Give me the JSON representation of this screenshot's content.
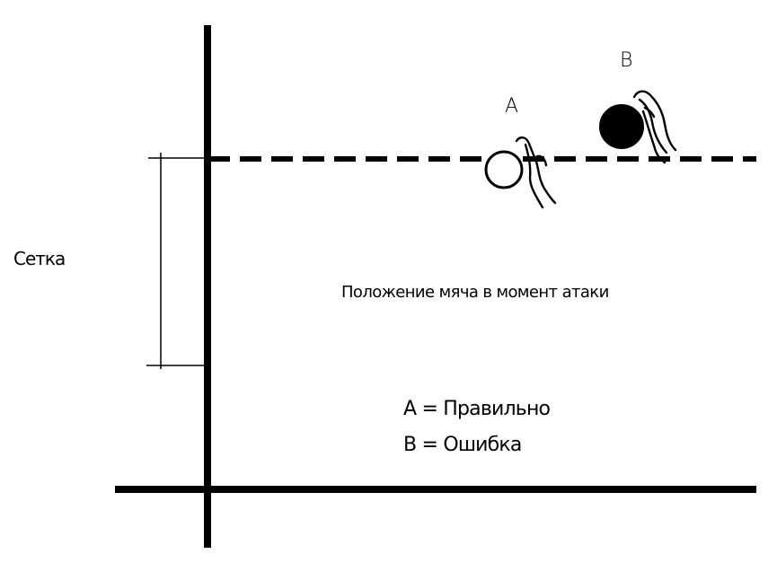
{
  "labels": {
    "net_label": "Сетка",
    "ball_a_letter": "А",
    "ball_b_letter": "В",
    "caption": "Положение мяча в момент атаки"
  },
  "legend": {
    "correct": "А = Правильно",
    "fault": "В = Ошибка"
  },
  "balls": {
    "a": {
      "fill": "#ffffff",
      "stroke": "#000000"
    },
    "b": {
      "fill": "#000000",
      "stroke": "#000000"
    }
  },
  "colors": {
    "lines": "#000000",
    "background": "#ffffff"
  }
}
